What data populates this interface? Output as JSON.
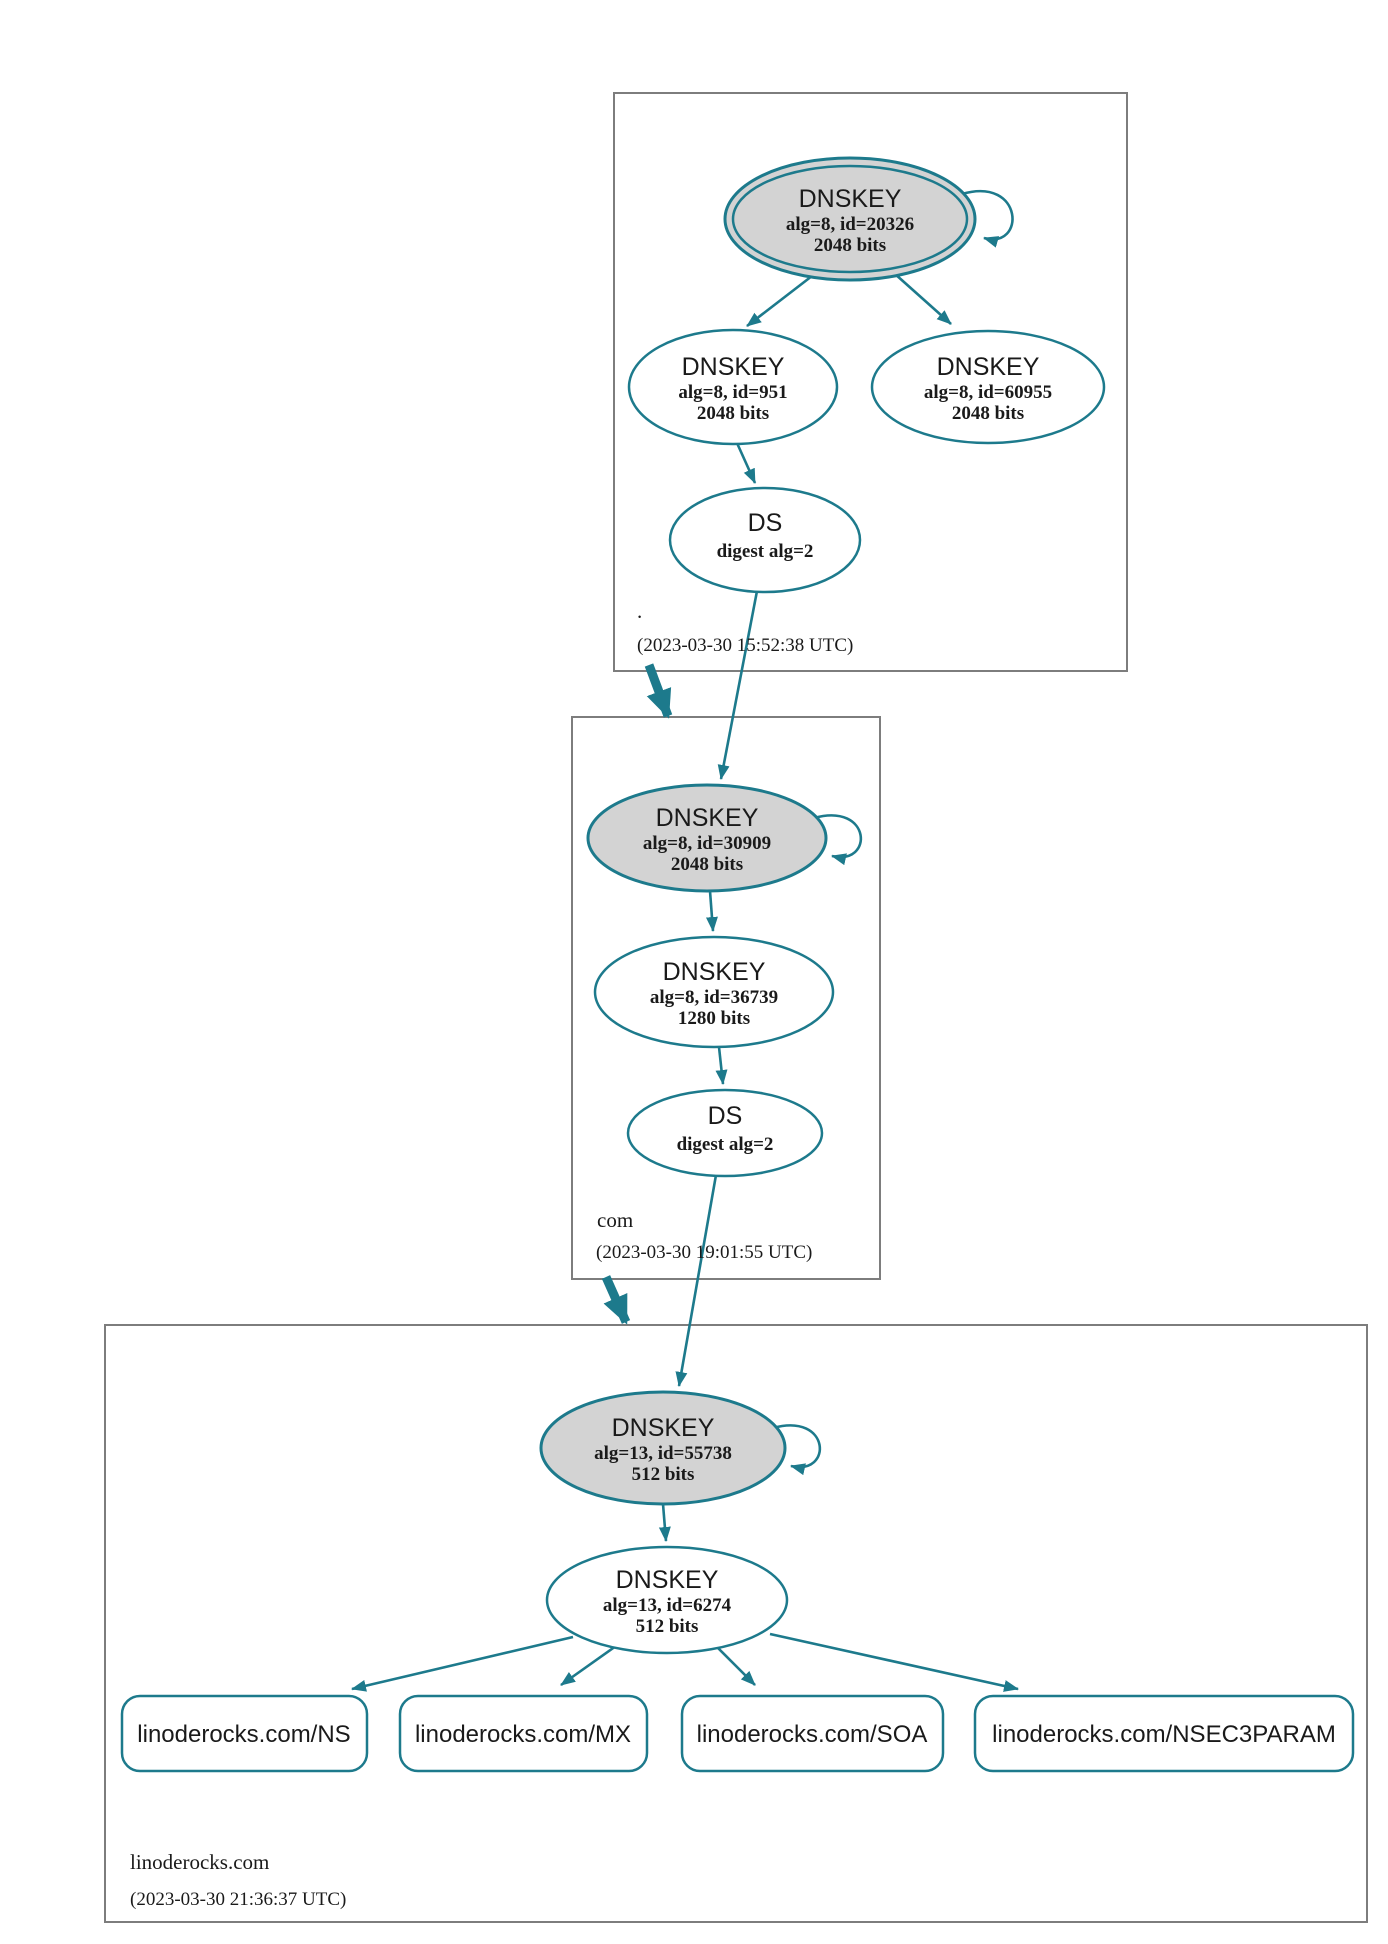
{
  "colors": {
    "background": "#ffffff",
    "edge": "#1d7a8c",
    "ksk_fill": "#d3d3d3",
    "node_fill": "#ffffff",
    "box_border": "#7d7d7d",
    "text": "#1a1a1a"
  },
  "zones": {
    "root": {
      "label": ".",
      "timestamp": "(2023-03-30 15:52:38 UTC)",
      "nodes": {
        "ksk": {
          "title": "DNSKEY",
          "alg": "alg=8, id=20326",
          "bits": "2048 bits"
        },
        "zsk1": {
          "title": "DNSKEY",
          "alg": "alg=8, id=951",
          "bits": "2048 bits"
        },
        "zsk2": {
          "title": "DNSKEY",
          "alg": "alg=8, id=60955",
          "bits": "2048 bits"
        },
        "ds": {
          "title": "DS",
          "digest": "digest alg=2"
        }
      }
    },
    "com": {
      "label": "com",
      "timestamp": "(2023-03-30 19:01:55 UTC)",
      "nodes": {
        "ksk": {
          "title": "DNSKEY",
          "alg": "alg=8, id=30909",
          "bits": "2048 bits"
        },
        "zsk": {
          "title": "DNSKEY",
          "alg": "alg=8, id=36739",
          "bits": "1280 bits"
        },
        "ds": {
          "title": "DS",
          "digest": "digest alg=2"
        }
      }
    },
    "linoderocks": {
      "label": "linoderocks.com",
      "timestamp": "(2023-03-30 21:36:37 UTC)",
      "nodes": {
        "ksk": {
          "title": "DNSKEY",
          "alg": "alg=13, id=55738",
          "bits": "512 bits"
        },
        "zsk": {
          "title": "DNSKEY",
          "alg": "alg=13, id=6274",
          "bits": "512 bits"
        }
      },
      "rrsets": [
        {
          "label": "linoderocks.com/NS"
        },
        {
          "label": "linoderocks.com/MX"
        },
        {
          "label": "linoderocks.com/SOA"
        },
        {
          "label": "linoderocks.com/NSEC3PARAM"
        }
      ]
    }
  }
}
